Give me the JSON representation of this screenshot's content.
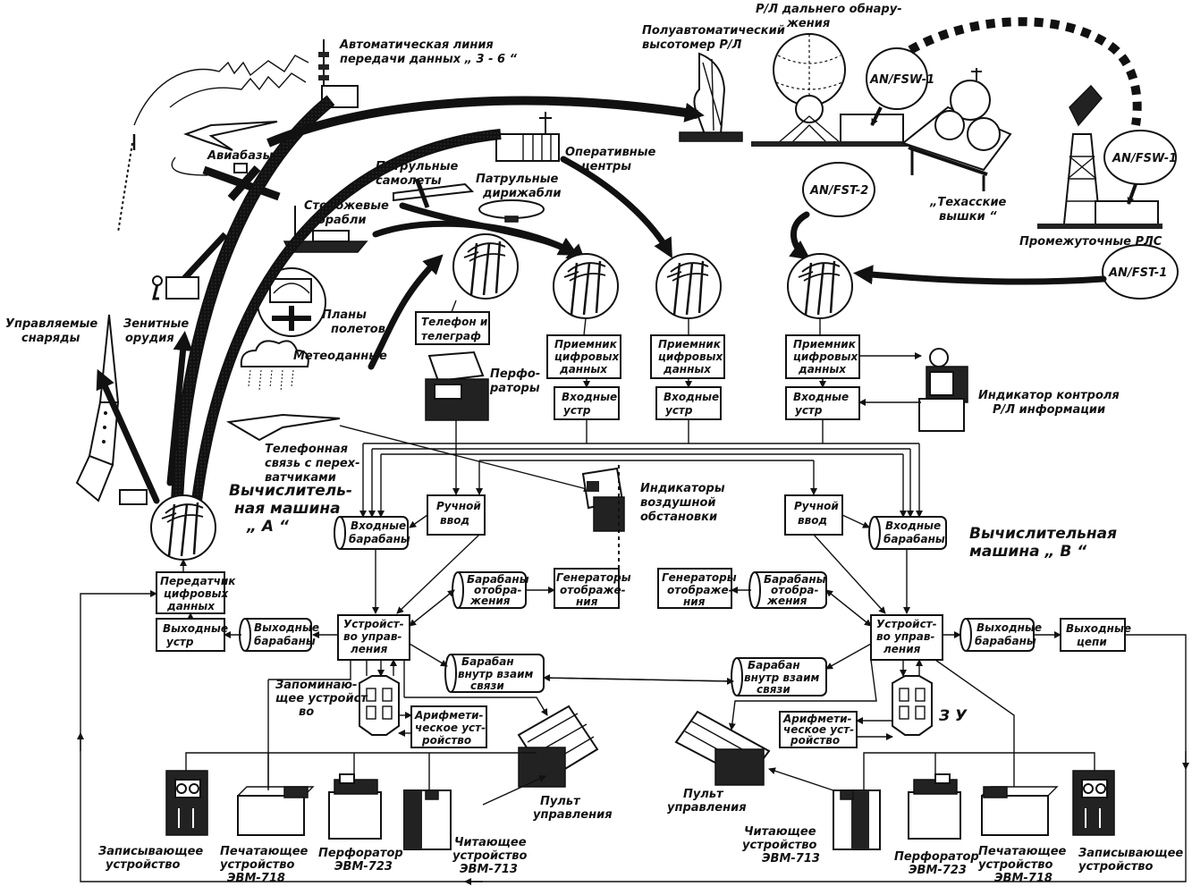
{
  "labels": {
    "auto_line": [
      "Автоматическая линия",
      "передачи данных „ 3 - 6 “"
    ],
    "airbases": "Авиабазы",
    "semiauto": [
      "Полуавтоматический",
      "высотомер Р/Л"
    ],
    "radar_long": [
      "Р/Л дальнего обнару-",
      "жения"
    ],
    "fsw1_a": "AN/FSW-1",
    "fsw1_b": "AN/FSW-1",
    "fst2": "AN/FST-2",
    "fst1": "AN/FST-1",
    "texas": [
      "„Техасские",
      "вышки “"
    ],
    "intermediate": "Промежуточные РЛС",
    "op_centers": [
      "Оперативные",
      "центры"
    ],
    "patrol_planes": [
      "Патрульные",
      "самолеты"
    ],
    "patrol_airships": [
      "Патрульные",
      "дирижабли"
    ],
    "picket_ships": [
      "Сторожевые",
      "корабли"
    ],
    "flight_plans": [
      "Планы",
      "полетов"
    ],
    "meteo": "Метеоданные",
    "guided_missiles": [
      "Управляемые",
      "снаряды"
    ],
    "aa_guns": [
      "Зенитные",
      "орудия"
    ],
    "phone_interceptors": [
      "Телефонная",
      "связь с перех-",
      "ватчиками"
    ],
    "perforators": [
      "Перфо-",
      "раторы"
    ],
    "radar_monitor": [
      "Индикатор контроля",
      "Р/Л информации"
    ],
    "air_indicators": [
      "Индикаторы",
      "воздушной",
      "обстановки"
    ],
    "computer_a": [
      "Вычислитель-",
      "ная машина",
      "„ А “"
    ],
    "computer_b": [
      "Вычислительная",
      "машина „ В “"
    ],
    "zu": "З У",
    "memory_a": [
      "Запоминаю-",
      "щее устройст",
      "во"
    ]
  },
  "boxes": {
    "phone_telegraph": [
      "Телефон и",
      "телеграф"
    ],
    "receiver": [
      "Приемник",
      "цифровых",
      "данных"
    ],
    "input_dev": [
      "Входные",
      "устр"
    ],
    "manual_input": [
      "Ручной",
      "ввод"
    ],
    "input_drums": [
      "Входные",
      "барабаны"
    ],
    "transmitter": [
      "Передатчик",
      "цифровых",
      "данных"
    ],
    "output_dev": [
      "Выходные",
      "устр"
    ],
    "output_drums": [
      "Выходные",
      "барабаны"
    ],
    "control_unit": [
      "Устройст-",
      "во управ-",
      "ления"
    ],
    "display_drums": [
      "Барабаны",
      "отобра-",
      "жения"
    ],
    "display_gens": [
      "Генераторы",
      "отображе-",
      "ния"
    ],
    "inner_drum": [
      "Барабан",
      "внутр взаим",
      "связи"
    ],
    "arith": [
      "Арифмети-",
      "ческое уст-",
      "ройство"
    ],
    "output_circuits": [
      "Выходные",
      "цепи"
    ]
  },
  "devices": {
    "recorder": [
      "Записывающее",
      "устройство"
    ],
    "printer": [
      "Печатающее",
      "устройство",
      "ЭВМ-718"
    ],
    "perforator": [
      "Перфоратор",
      "ЭВМ-723"
    ],
    "reader": [
      "Читающее",
      "устройство",
      "ЭВМ-713"
    ],
    "console": [
      "Пульт",
      "управления"
    ]
  }
}
